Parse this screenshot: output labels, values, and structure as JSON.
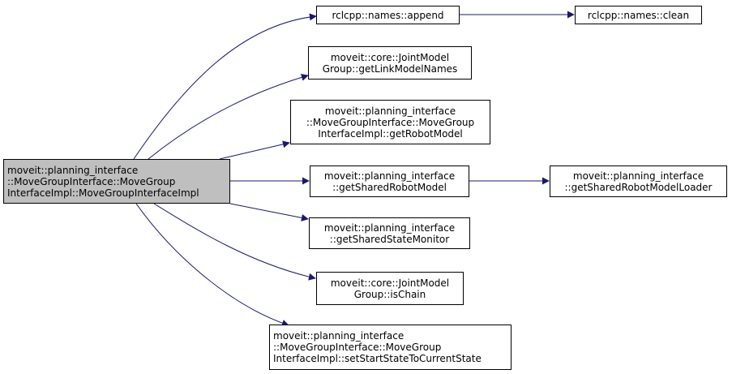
{
  "colors": {
    "edge": "#191970",
    "root_fill": "#bfbfbf",
    "node_fill": "#ffffff",
    "border": "#000000"
  },
  "nodes": {
    "root": {
      "lines": [
        "moveit::planning_interface",
        "::MoveGroupInterface::MoveGroup",
        "InterfaceImpl::MoveGroupInterfaceImpl"
      ]
    },
    "names_append": {
      "lines": [
        "rclcpp::names::append"
      ]
    },
    "names_clean": {
      "lines": [
        "rclcpp::names::clean"
      ]
    },
    "get_link_model_names": {
      "lines": [
        "moveit::core::JointModel",
        "Group::getLinkModelNames"
      ]
    },
    "get_robot_model": {
      "lines": [
        "moveit::planning_interface",
        "::MoveGroupInterface::MoveGroup",
        "InterfaceImpl::getRobotModel"
      ]
    },
    "get_shared_robot_model": {
      "lines": [
        "moveit::planning_interface",
        "::getSharedRobotModel"
      ]
    },
    "get_shared_robot_model_loader": {
      "lines": [
        "moveit::planning_interface",
        "::getSharedRobotModelLoader"
      ]
    },
    "get_shared_state_monitor": {
      "lines": [
        "moveit::planning_interface",
        "::getSharedStateMonitor"
      ]
    },
    "is_chain": {
      "lines": [
        "moveit::core::JointModel",
        "Group::isChain"
      ]
    },
    "set_start_state": {
      "lines": [
        "moveit::planning_interface",
        "::MoveGroupInterface::MoveGroup",
        "InterfaceImpl::setStartStateToCurrentState"
      ]
    }
  }
}
